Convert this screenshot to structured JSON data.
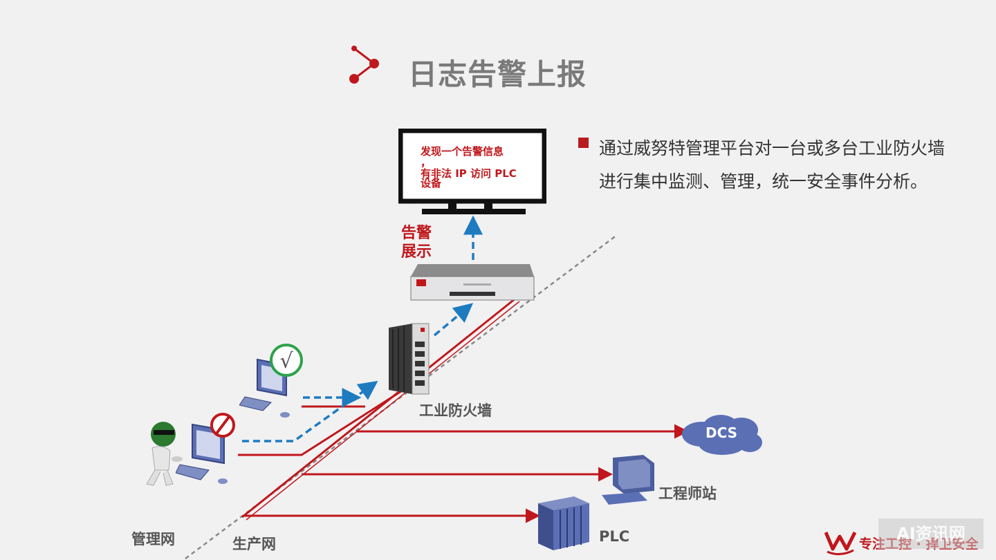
{
  "title": "日志告警上报",
  "bullet": {
    "line1": "通过威努特管理平台对一台或多台工业防火墙",
    "line2": "进行集中监测、管理，统一安全事件分析。"
  },
  "monitor": {
    "line1": "发现一个告警信息",
    "line2": "，",
    "line3": "有非法 IP 访问 PLC",
    "line4": "设备"
  },
  "alarm_display": {
    "line1": "告警",
    "line2": "展示"
  },
  "labels": {
    "firewall": "工业防火墙",
    "dcs": "DCS",
    "engineer_station": "工程师站",
    "plc": "PLC",
    "mgmt_net": "管理网",
    "prod_net": "生产网"
  },
  "brand": {
    "slogan": "专注工控 · 捍卫安全",
    "watermark": "AI资讯网"
  },
  "colors": {
    "accent_red": "#c0171c",
    "flow_blue": "#1f7bc0",
    "device_blue": "#5b6fb5",
    "title_gray": "#7a7a7a"
  },
  "icons": [
    "molecule-icon",
    "monitor-icon",
    "platform-appliance-icon",
    "firewall-device-icon",
    "allowed-check-icon",
    "blocked-icon",
    "hacker-icon",
    "dcs-cloud-icon",
    "plc-rack-icon",
    "brand-logo-icon"
  ]
}
